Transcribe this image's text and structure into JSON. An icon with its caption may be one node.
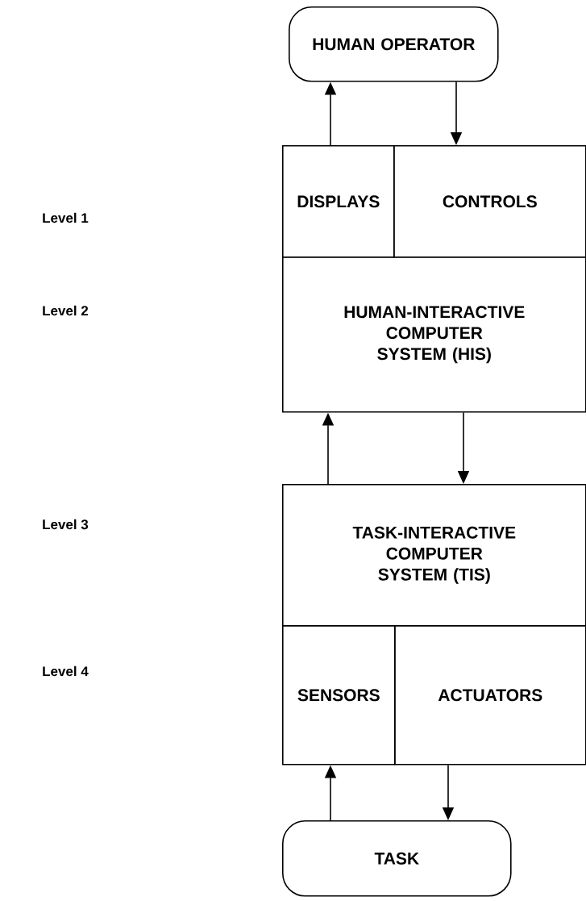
{
  "diagram": {
    "nodes": [
      {
        "text": [
          "HUMAN OPERATOR"
        ]
      },
      {
        "text": [
          "DISPLAYS"
        ]
      },
      {
        "text": [
          "CONTROLS"
        ]
      },
      {
        "text": [
          "HUMAN-INTERACTIVE COMPUTER SYSTEM (HIS)"
        ]
      },
      {
        "text": [
          "TASK-INTERACTIVE COMPUTER SYSTEM (TIS)"
        ]
      },
      {
        "text": [
          "SENSORS"
        ]
      },
      {
        "text": [
          "ACTUATORS"
        ]
      },
      {
        "text": [
          "TASK"
        ]
      }
    ],
    "edges": [
      {
        "from": 1,
        "to": 0,
        "arrow": "to"
      },
      {
        "from": 0,
        "to": 2,
        "arrow": "to"
      },
      {
        "from": 4,
        "to": 3,
        "arrow": "to"
      },
      {
        "from": 3,
        "to": 4,
        "arrow": "to"
      },
      {
        "from": 7,
        "to": 5,
        "arrow": "to"
      },
      {
        "from": 6,
        "to": 7,
        "arrow": "to"
      }
    ],
    "labels": [
      "Level 1",
      "Level 2",
      "Level 3",
      "Level 4"
    ]
  }
}
